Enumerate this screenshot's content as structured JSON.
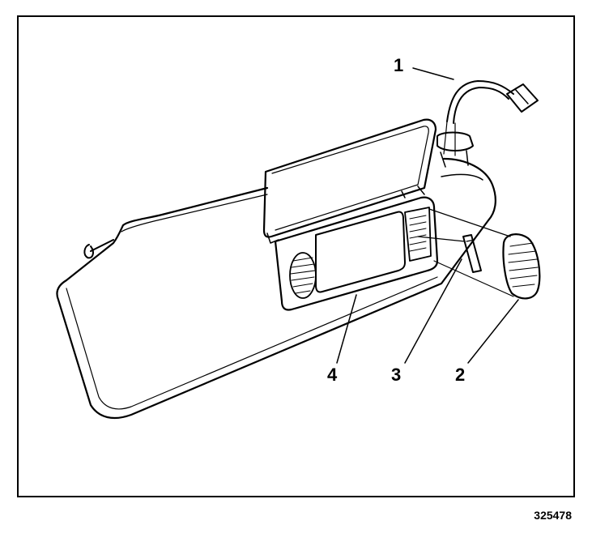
{
  "callouts": [
    {
      "id": "1",
      "label": "1"
    },
    {
      "id": "2",
      "label": "2"
    },
    {
      "id": "3",
      "label": "3"
    },
    {
      "id": "4",
      "label": "4"
    }
  ],
  "figure_number": "325478"
}
